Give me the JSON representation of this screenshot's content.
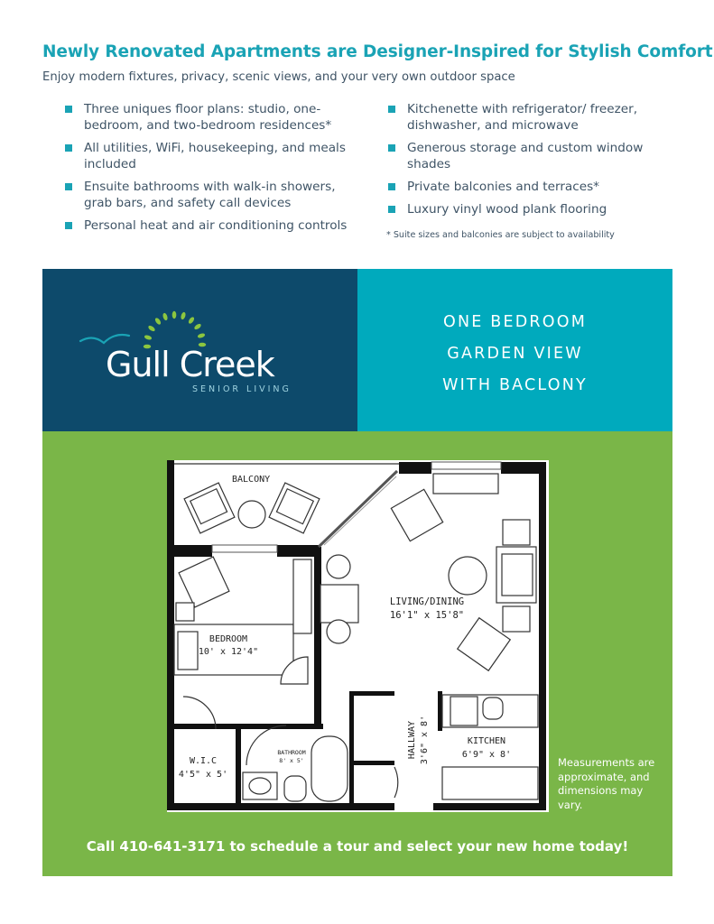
{
  "header": {
    "headline": "Newly Renovated Apartments are Designer-Inspired for Stylish Comfort",
    "subhead": "Enjoy modern fixtures, privacy, scenic views, and your very own outdoor space"
  },
  "features_left": [
    "Three uniques floor plans: studio, one-bedroom, and two-bedroom residences*",
    "All utilities, WiFi, housekeeping, and meals included",
    "Ensuite bathrooms with walk-in showers, grab bars, and safety call devices",
    "Personal heat and air conditioning controls"
  ],
  "features_right": [
    "Kitchenette with refrigerator/ freezer, dishwasher, and microwave",
    "Generous storage and custom window shades",
    "Private balconies and terraces*",
    "Luxury vinyl wood plank flooring"
  ],
  "footnote": "* Suite sizes and balconies are subject to availability",
  "brand": {
    "name": "Gull Creek",
    "tagline": "SENIOR LIVING",
    "colors": {
      "navy": "#0d4a6b",
      "teal": "#00aabd",
      "green": "#7ab648",
      "leaf": "#8cc63f"
    }
  },
  "plan_title": [
    "ONE BEDROOM",
    "GARDEN VIEW",
    "WITH BACLONY"
  ],
  "floorplan": {
    "balcony": "BALCONY",
    "living_name": "LIVING/DINING",
    "living_dims": "16'1\" x 15'8\"",
    "bedroom_name": "BEDROOM",
    "bedroom_dims": "10' x 12'4\"",
    "wic_name": "W.I.C",
    "wic_dims": "4'5\" x 5'",
    "bathroom_name": "BATHROOM",
    "bathroom_dims": "8' x 5'",
    "hallway_name": "HALLWAY",
    "hallway_dims": "3'6\" x 8'",
    "kitchen_name": "KITCHEN",
    "kitchen_dims": "6'9\" x 8'"
  },
  "note": "Measurements are approximate, and dimensions may vary.",
  "cta": "Call 410-641-3171 to schedule a tour and select your new home today!"
}
